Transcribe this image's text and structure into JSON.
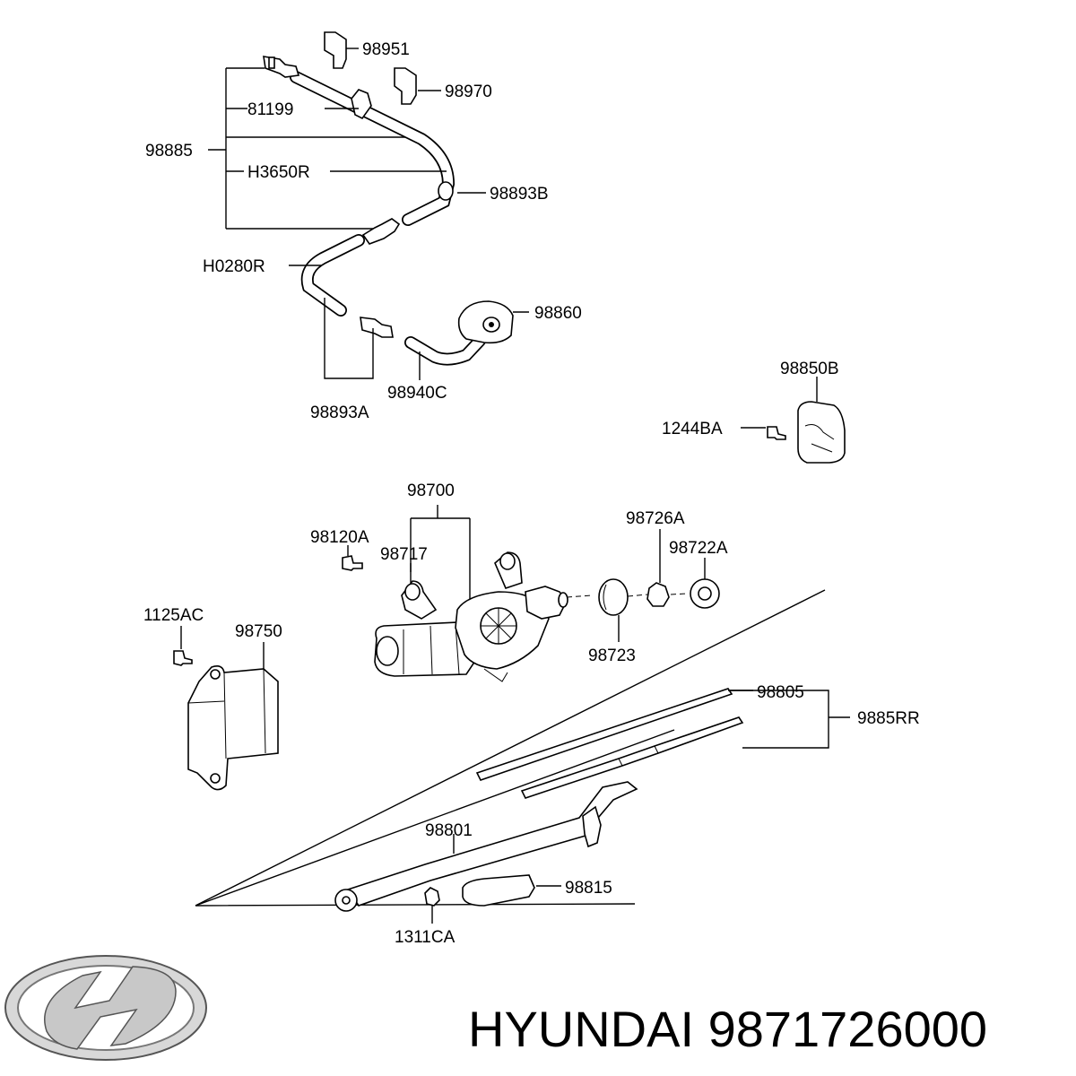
{
  "callouts": {
    "c98951": "98951",
    "c98970": "98970",
    "c81199": "81199",
    "c98885": "98885",
    "cH3650R": "H3650R",
    "c98893B": "98893B",
    "cH0280R": "H0280R",
    "c98860": "98860",
    "c98893A": "98893A",
    "c98940C": "98940C",
    "c98850B": "98850B",
    "c1244BA": "1244BA",
    "c98700": "98700",
    "c98120A": "98120A",
    "c98717": "98717",
    "c98726A": "98726A",
    "c98722A": "98722A",
    "c98723": "98723",
    "c1125AC": "1125AC",
    "c98750": "98750",
    "c98805": "98805",
    "c9885RR": "9885RR",
    "c98801": "98801",
    "c98815": "98815",
    "c1311CA": "1311CA"
  },
  "footer": {
    "brand": "HYUNDAI",
    "part_number": "9871726000",
    "title": "HYUNDAI 9871726000",
    "logo_icon": "hyundai-logo"
  }
}
